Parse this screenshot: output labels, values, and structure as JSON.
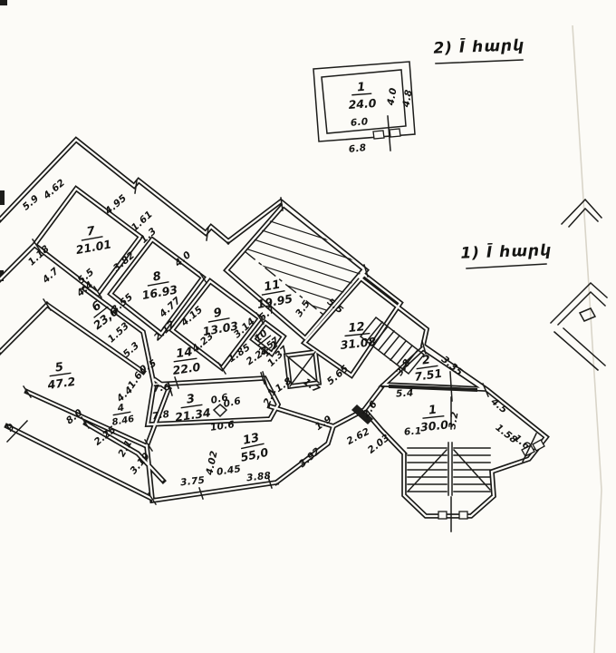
{
  "titles": [
    {
      "label": "2) Ī հարկ"
    },
    {
      "label": "1) Ī հարկ"
    }
  ],
  "rooms": {
    "detached1": {
      "number": "1",
      "area": "24.0"
    },
    "r1": {
      "number": "1",
      "area": "30.0"
    },
    "r2": {
      "number": "2",
      "area": "7.51"
    },
    "r3": {
      "number": "3",
      "area": "21.34"
    },
    "r4": {
      "number": "4",
      "area": "8.46"
    },
    "r5": {
      "number": "5",
      "area": "47.2"
    },
    "r6": {
      "number": "6",
      "area": "23,6"
    },
    "r7": {
      "number": "7",
      "area": "21.01"
    },
    "r8": {
      "number": "8",
      "area": "16.93"
    },
    "r9": {
      "number": "9",
      "area": "13.03"
    },
    "r10": {
      "number": "10",
      "area": "2.57"
    },
    "r11": {
      "number": "11",
      "area": "19.95"
    },
    "r12": {
      "number": "12",
      "area": "31.08"
    },
    "r13": {
      "number": "13",
      "area": "55,0"
    },
    "r14": {
      "number": "14",
      "area": "22.0"
    }
  },
  "dims": [
    "5.9",
    "4.62",
    "4.95",
    "1.61",
    "1.3",
    "4.0",
    "1.18",
    "4.7",
    "5.5",
    "4.4",
    "3.82",
    "3.55",
    "1.53",
    "5.3",
    "4.77",
    "2.12",
    "4.15",
    "4.23",
    "3.14",
    "1.2",
    "1.37",
    "1.85",
    "2.22",
    "5.7",
    "3.5",
    "5.5",
    "5.65",
    "1.8",
    "1.7",
    "3.8",
    "3.35",
    "5.4",
    "4.5",
    "1.58",
    "1.6",
    "3.2",
    "6.1",
    "2.6",
    "2.62",
    "2.03",
    "1.9",
    "3.92",
    "0.5",
    "1.6",
    "4.4",
    "7.6",
    "7.8",
    "10.6",
    "2.1",
    "0.6",
    "0.6",
    "8.0",
    "9",
    "2.25",
    "2.1",
    "3.19",
    "4.02",
    "0.45",
    "3.75",
    "3.88",
    "6.0",
    "6.8",
    "4.0",
    "4.8"
  ],
  "colors": {
    "ink": "#1c1c1a",
    "paper": "#fcfbf7"
  }
}
